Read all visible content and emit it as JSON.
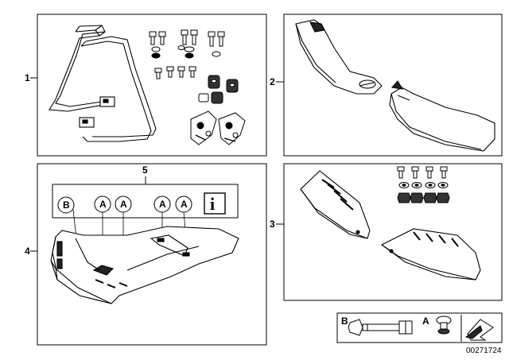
{
  "callouts": {
    "p1": "1",
    "p2": "2",
    "p3": "3",
    "p4": "4",
    "p5": "5"
  },
  "kit_symbols": {
    "b": "B",
    "a1": "A",
    "a2": "A",
    "a3": "A",
    "a4": "A",
    "info": "i"
  },
  "legend": {
    "b": "B",
    "a": "A"
  },
  "diagram_number": "00271724",
  "icons": [
    "info-icon",
    "bolt-icon",
    "screw-icon",
    "arrow-icon"
  ]
}
